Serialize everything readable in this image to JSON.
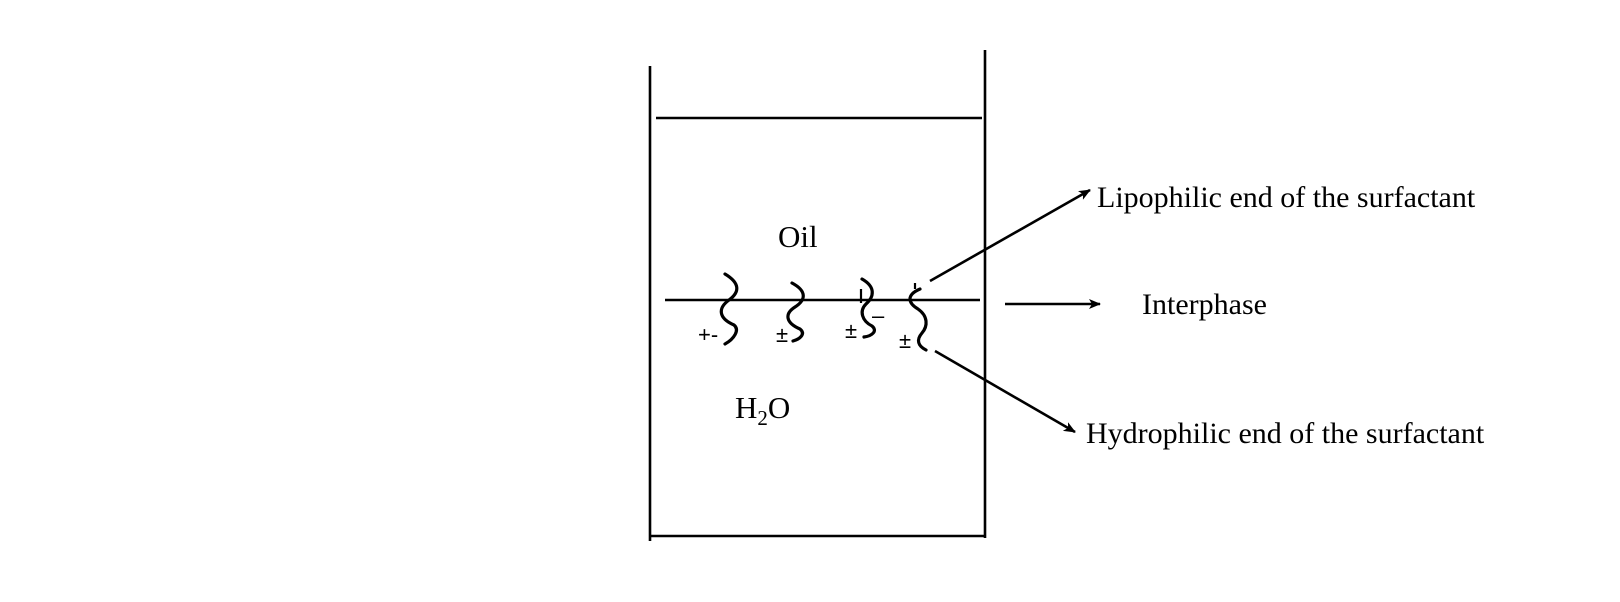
{
  "diagram": {
    "phases": {
      "oil": "Oil",
      "water_main": "H",
      "water_sub": "2",
      "water_end": "O"
    },
    "callouts": {
      "lipophilic": "Lipophilic end of the surfactant",
      "interphase": "Interphase",
      "hydrophilic": "Hydrophilic end of the surfactant"
    },
    "charges": {
      "c1": "+-",
      "c2": "±",
      "c3": "±",
      "c3_minus": "–",
      "c4": "±"
    },
    "colors": {
      "ink": "#000000",
      "background": "#ffffff"
    }
  }
}
